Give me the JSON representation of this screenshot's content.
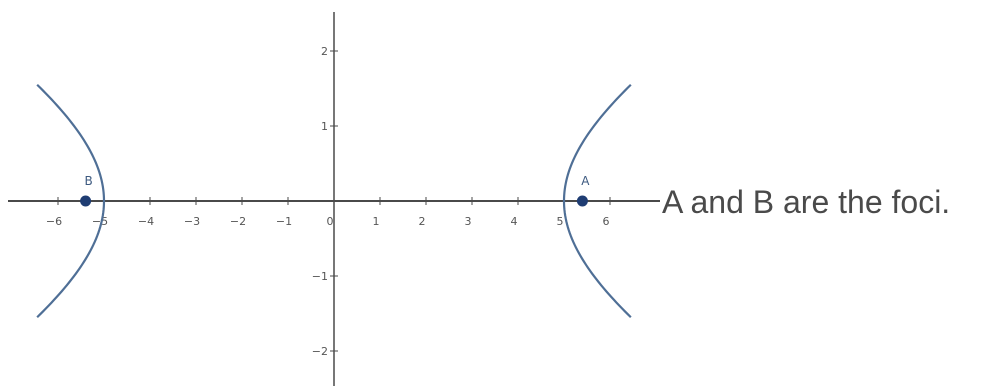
{
  "caption": "A and B are the foci.",
  "colors": {
    "axis": "#4a4a4a",
    "curve": "#4f6f96",
    "point": "#1f3d73",
    "point_label": "#3d5a80",
    "tick_label": "#555555",
    "caption": "#4a4a4a"
  },
  "chart_data": {
    "type": "hyperbola",
    "x_ticks": [
      -6,
      -5,
      -4,
      -3,
      -2,
      -1,
      0,
      1,
      2,
      3,
      4,
      5,
      6
    ],
    "y_ticks": [
      -2,
      -1,
      1,
      2
    ],
    "xlim": [
      -7,
      7
    ],
    "ylim": [
      -2.6,
      2.6
    ],
    "hyperbola": {
      "a": 5,
      "b": 1.9,
      "y_range": [
        -1.55,
        1.55
      ]
    },
    "points": [
      {
        "label": "A",
        "x": 5.4,
        "y": 0
      },
      {
        "label": "B",
        "x": -5.4,
        "y": 0
      }
    ],
    "grid": false
  }
}
